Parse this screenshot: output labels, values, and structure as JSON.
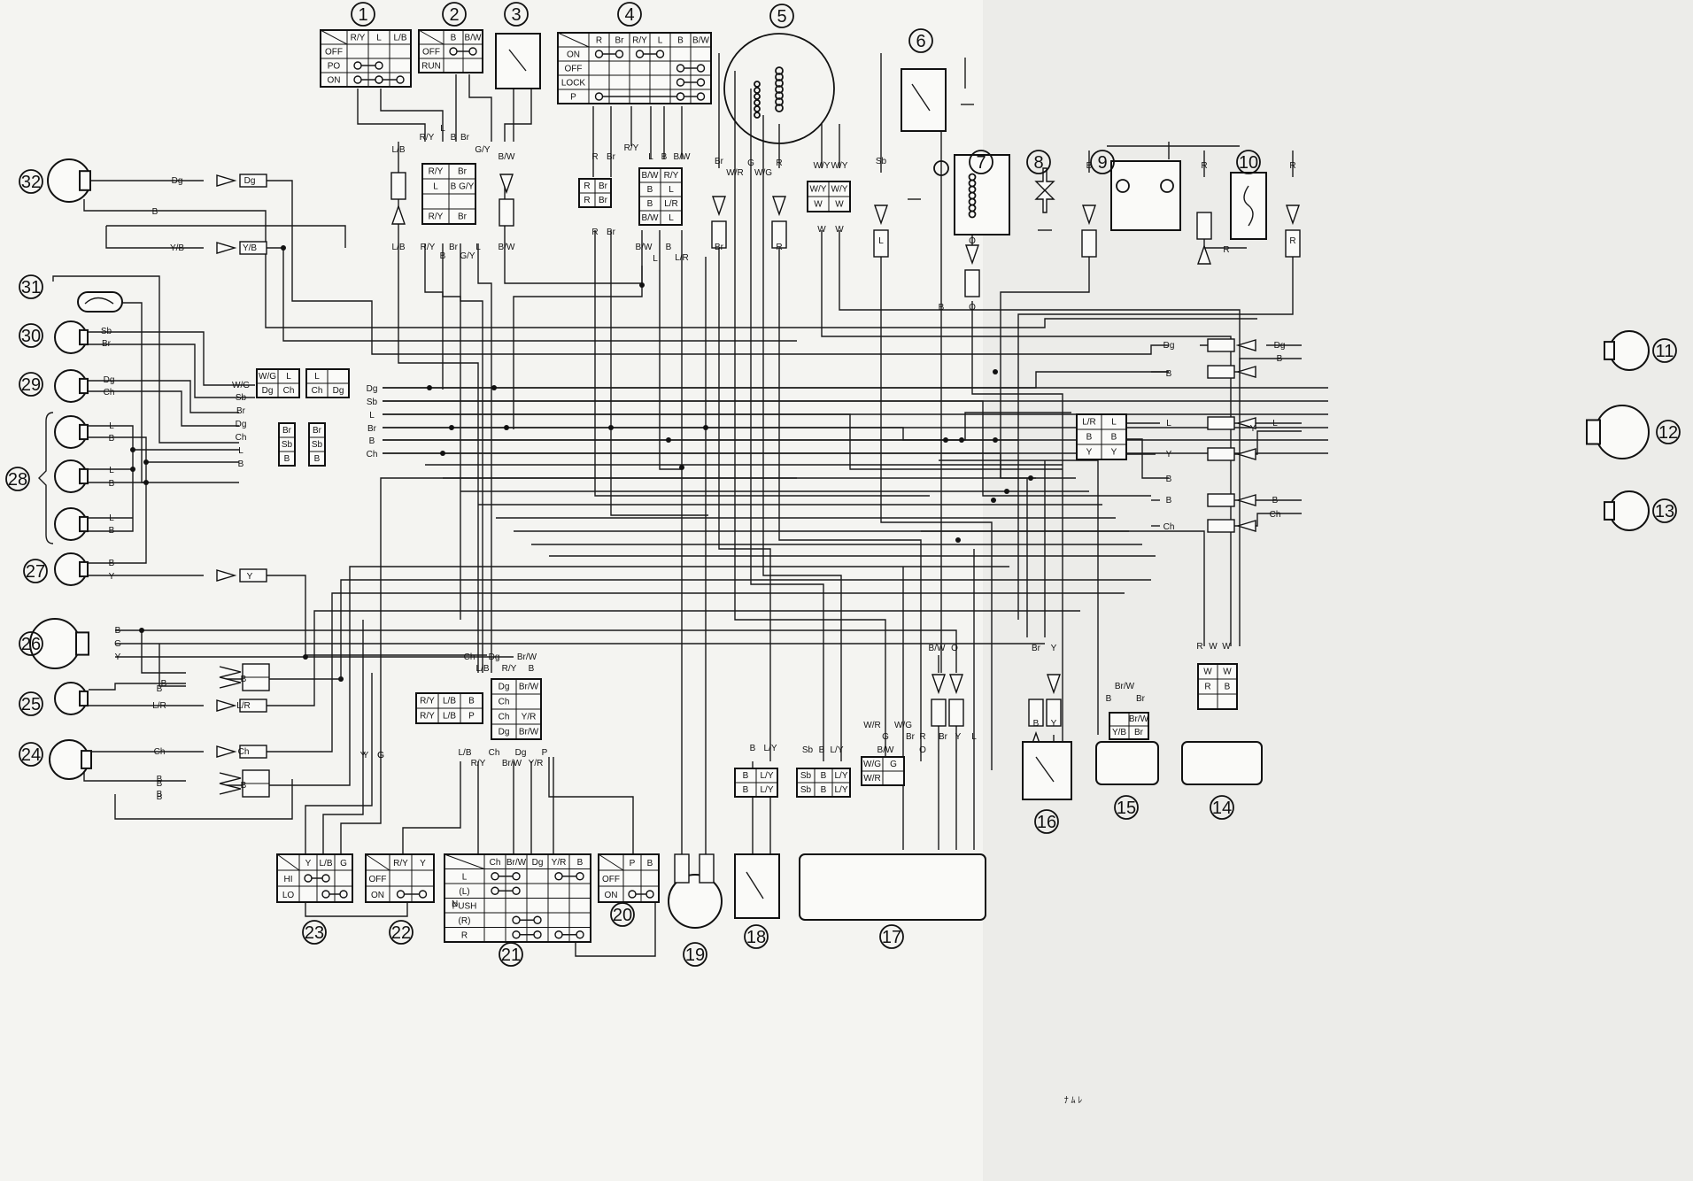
{
  "switches": {
    "s1": {
      "cols": [
        "R/Y",
        "L",
        "L/B"
      ],
      "rows": [
        "OFF",
        "PO",
        "ON"
      ]
    },
    "s2": {
      "cols": [
        "B",
        "B/W"
      ],
      "rows": [
        "OFF",
        "RUN"
      ]
    },
    "s4": {
      "cols": [
        "R",
        "Br",
        "R/Y",
        "L",
        "B",
        "B/W"
      ],
      "rows": [
        "ON",
        "OFF",
        "LOCK",
        "P"
      ]
    },
    "s23": {
      "cols": [
        "Y",
        "L/B",
        "G"
      ],
      "rows": [
        "HI",
        "LO"
      ]
    },
    "s22": {
      "cols": [
        "R/Y",
        "Y"
      ],
      "rows": [
        "OFF",
        "ON"
      ]
    },
    "s21": {
      "cols": [
        "Ch",
        "Br/W",
        "Dg",
        "Y/R",
        "B"
      ],
      "rows": [
        "L",
        "(L)",
        "PUSH",
        "(R)",
        "R"
      ],
      "side": "N"
    },
    "s20": {
      "cols": [
        "P",
        "B"
      ],
      "rows": [
        "OFF",
        "ON"
      ]
    }
  },
  "component_numbers": [
    "1",
    "2",
    "3",
    "4",
    "5",
    "6",
    "7",
    "8",
    "9",
    "10",
    "11",
    "12",
    "13",
    "14",
    "15",
    "16",
    "17",
    "18",
    "19",
    "20",
    "21",
    "22",
    "23",
    "24",
    "25",
    "26",
    "27",
    "28",
    "29",
    "30",
    "31",
    "32"
  ],
  "connectors": {
    "c_main1": [
      "R/Y",
      "Br",
      "L",
      "B",
      "G/Y",
      "R/Y",
      "Br"
    ],
    "c_rbr": [
      "R",
      "Br",
      "R",
      "Br"
    ],
    "c_bw": [
      "B/W",
      "R/Y",
      "B",
      "L",
      "B",
      "L/R",
      "B/W",
      "L"
    ],
    "c_wy": [
      "W/Y",
      "W/Y",
      "W",
      "W"
    ],
    "c_wg": [
      "W/G",
      "L",
      "Dg",
      "Ch"
    ],
    "c_lch": [
      "L",
      "Ch",
      "Dg"
    ],
    "c_brsb": [
      "Br",
      "Sb",
      "B"
    ],
    "c_brsb2": [
      "Br",
      "Sb",
      "B"
    ],
    "c_right": [
      "L/R",
      "L",
      "B",
      "B",
      "Y",
      "Y"
    ],
    "c_ry": [
      "R/Y",
      "L/B",
      "B",
      "R/Y",
      "L/B",
      "P"
    ],
    "c_dg": [
      "Dg",
      "Br/W",
      "Ch",
      "Ch",
      "Y/R",
      "Dg",
      "Br/W"
    ],
    "c_bly": [
      "B",
      "L/Y",
      "B",
      "L/Y"
    ],
    "c_sb": [
      "Sb",
      "B",
      "L/Y",
      "Sb",
      "B",
      "L/Y"
    ],
    "c_wg2": [
      "W/G",
      "W/R",
      "G"
    ],
    "c_brw": [
      "Br/W",
      "Y/B",
      "Br"
    ],
    "c_wwrb": [
      "W",
      "W",
      "R",
      "B"
    ]
  },
  "wire_labels": {
    "top_center": [
      "L/B",
      "R/Y",
      "B",
      "Br",
      "G/Y",
      "L",
      "B/W",
      "R",
      "Br",
      "R/Y",
      "L",
      "B",
      "B/W"
    ],
    "top_lower": [
      "L/B",
      "R/Y",
      "B",
      "Br",
      "G/Y",
      "L",
      "B/W",
      "R",
      "Br",
      "B/W",
      "L",
      "B",
      "L/R"
    ],
    "comp5": [
      "Br",
      "G",
      "W/R",
      "W/G",
      "R",
      "W/Y",
      "W/Y",
      "W",
      "W",
      "Br",
      "R"
    ],
    "top_right": [
      "Sb",
      "L",
      "O",
      "O",
      "B",
      "B",
      "R",
      "R",
      "R",
      "R"
    ],
    "bus_left": [
      "Dg",
      "Sb",
      "L",
      "Br",
      "B",
      "Ch"
    ],
    "lamp32": [
      "Dg",
      "Dg",
      "B",
      "Y/B",
      "Y/B"
    ],
    "lamp30": [
      "Sb",
      "Br"
    ],
    "lamp29": [
      "Dg",
      "Ch"
    ],
    "lamp28": [
      "L",
      "B",
      "L",
      "B",
      "L",
      "B"
    ],
    "lamp27": [
      "B",
      "Y",
      "Y"
    ],
    "misc_left": [
      "W/G",
      "Sb",
      "Br",
      "Dg",
      "Ch",
      "L",
      "B"
    ],
    "lamp26": [
      "B",
      "G",
      "Y",
      "Y",
      "B",
      "G"
    ],
    "lamp25": [
      "B",
      "B",
      "L/R",
      "L/R"
    ],
    "lamp24": [
      "Ch",
      "Ch",
      "B",
      "B",
      "B"
    ],
    "lamp11": [
      "Dg",
      "Dg",
      "B",
      "B"
    ],
    "lamp12": [
      "L",
      "L",
      "Y",
      "Y",
      "B"
    ],
    "lamp13": [
      "B",
      "B",
      "Ch",
      "Ch"
    ],
    "bottom_center": [
      "Ch",
      "L/B",
      "Dg",
      "R/Y",
      "Br/W",
      "B",
      "L/B",
      "Ch",
      "R/Y",
      "Br/W",
      "Dg",
      "Y/R",
      "P",
      "Y",
      "G",
      "B",
      "B"
    ],
    "bottom_right": [
      "B/W",
      "O",
      "B/W",
      "O",
      "W/R",
      "G",
      "W/G",
      "Br",
      "R",
      "L",
      "Br",
      "Y",
      "Br",
      "Y",
      "B",
      "Y",
      "Br/W",
      "Br",
      "B",
      "R",
      "W",
      "W",
      "B",
      "L/Y",
      "Sb",
      "B",
      "L/Y"
    ]
  },
  "unit17_text": "ﾅ ﾑ ﾚ"
}
